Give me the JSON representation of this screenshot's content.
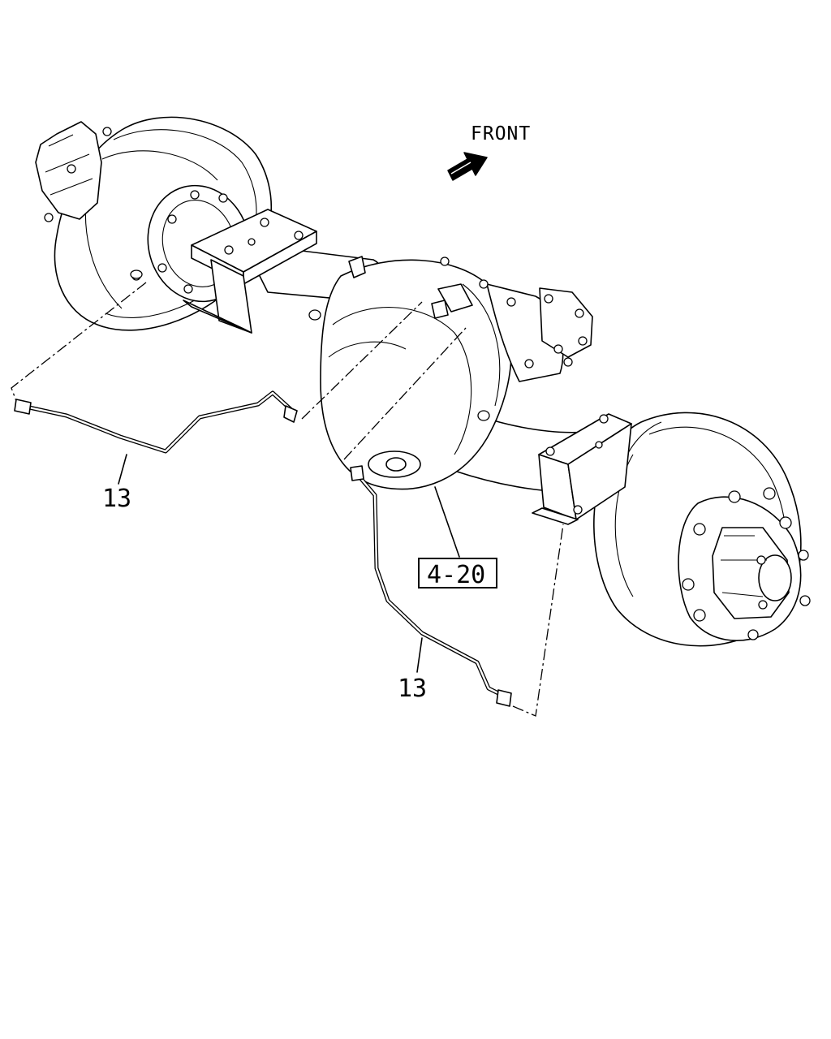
{
  "direction": {
    "label": "FRONT",
    "arrow_icon": "front-arrow-icon"
  },
  "callouts": {
    "part_13_left": "13",
    "part_13_right": "13",
    "ref_box": "4-20"
  },
  "colors": {
    "line": "#000000",
    "background": "#ffffff"
  }
}
